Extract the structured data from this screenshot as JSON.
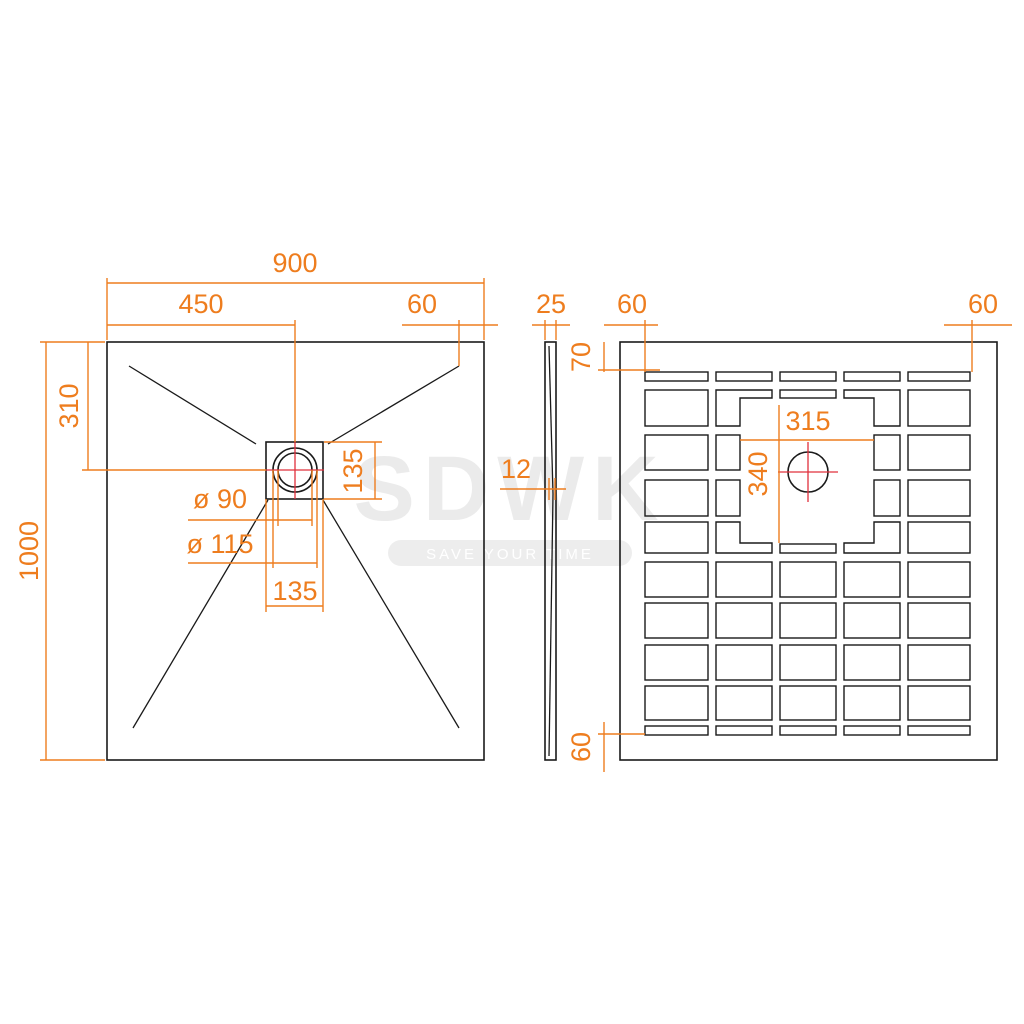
{
  "dimensions": {
    "top_width": "900",
    "half_width": "450",
    "edge_right_top": "60",
    "total_height": "1000",
    "drain_offset": "310",
    "box_height": "135",
    "drain_d90": "ø 90",
    "drain_d115": "ø 115",
    "box_width": "135",
    "side_thickness": "25",
    "side_thin": "12",
    "back_left_60": "60",
    "back_right_60": "60",
    "back_top_70": "70",
    "back_bottom_60": "60",
    "back_315": "315",
    "back_340": "340"
  },
  "watermark": {
    "logo": "SDWK",
    "tagline": "SAVE YOUR TIME"
  },
  "colors": {
    "dimension": "#ee7d1e",
    "outline": "#1a1a1a",
    "center_mark": "#e0303c"
  }
}
